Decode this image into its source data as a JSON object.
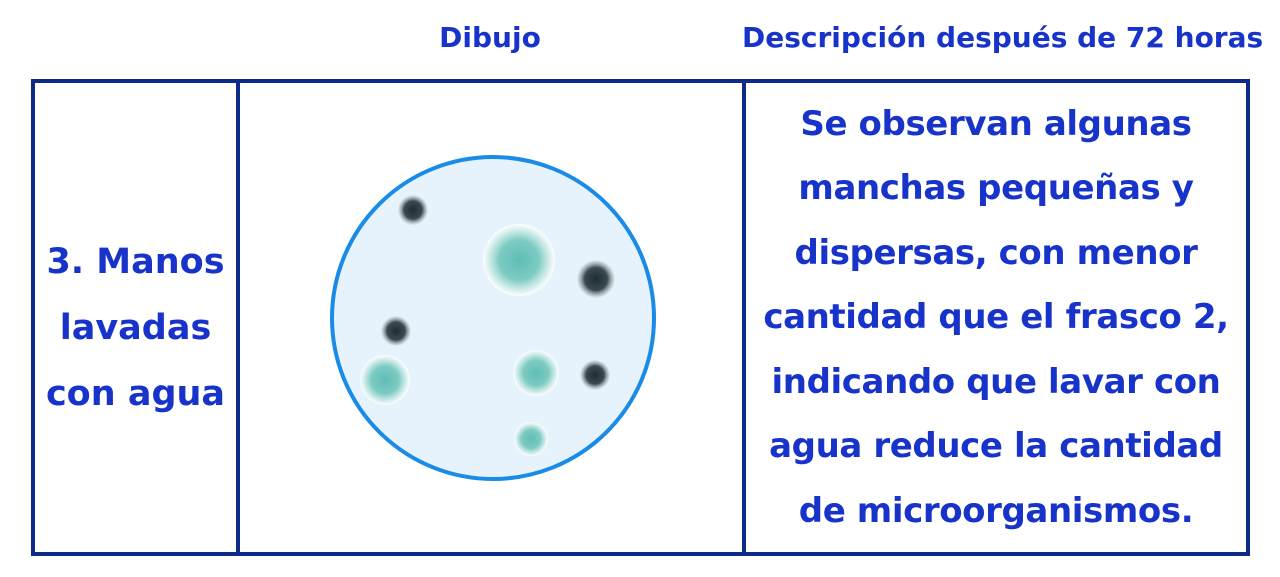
{
  "headers": {
    "drawing": "Dibujo",
    "description": "Descripción después de 72 horas"
  },
  "row": {
    "label": "3. Manos lavadas con agua",
    "description": "Se observan algunas manchas pequeñas y dispersas, con menor cantidad que el frasco 2, indicando que lavar con agua reduce la cantidad de microorganismos."
  },
  "colors": {
    "text": "#1733c9",
    "table_border": "#0d2a8a",
    "dish_border": "#1a8be6",
    "dish_fill": "#e6f3fd",
    "colony_teal": "#5fbdb5",
    "colony_dark": "#1f2d33"
  },
  "drawing": {
    "object": "petri-dish",
    "colonies": {
      "teal_count": 4,
      "dark_count": 4
    }
  }
}
